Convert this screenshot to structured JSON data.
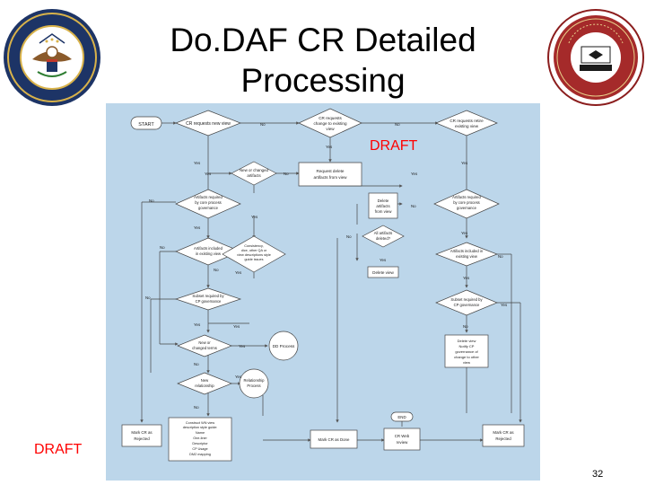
{
  "slide": {
    "title_line1": "Do.DAF CR Detailed",
    "title_line2": "Processing",
    "draft_label_1": "DRAFT",
    "draft_label_2": "DRAFT",
    "page_number": "32"
  },
  "seals": {
    "left_text": "DEPARTMENT OF DEFENSE · UNITED STATES OF AMERICA",
    "right_text": "NETWORKS AND INFORMATION INTEGRATION · D. O. D. CIO"
  },
  "flow": {
    "start": "START",
    "cr_requests_new_view": "CR requests new view",
    "cr_requests_change_1": "CR requests",
    "cr_requests_change_2": "change to existing",
    "cr_requests_change_3": "view",
    "cr_retire_1": "CR requests retire",
    "cr_retire_2": "existing view",
    "new_or_changed_1": "New or changed",
    "new_or_changed_2": "artifacts",
    "request_delete_1": "Request delete",
    "request_delete_2": "artifacts from view",
    "artifacts_core_1": "Artifacts required",
    "artifacts_core_2": "by core process",
    "artifacts_core_3": "governance",
    "delete_artifacts_1": "Delete",
    "delete_artifacts_2": "artifacts",
    "delete_artifacts_3": "from view",
    "artifacts_req_r_1": "Artifacts required",
    "artifacts_req_r_2": "by core process",
    "artifacts_req_r_3": "governance",
    "all_artifacts_1": "All artifacts",
    "all_artifacts_2": "deleted?",
    "artifacts_incl_1": "Artifacts included",
    "artifacts_incl_2": "in existing view",
    "consistency_1": "Consistency,",
    "consistency_2": "dice, other QA or",
    "consistency_3": "view descriptions style",
    "consistency_4": "guide issues",
    "artifacts_incl_r_1": "Artifacts included in",
    "artifacts_incl_r_2": "existing view",
    "delete_view": "Delete view",
    "subset_1": "Subset required by",
    "subset_2": "CP governance",
    "subset_r_1": "Subset required by",
    "subset_r_2": "CP governance",
    "new_changed_terms_1": "New or",
    "new_changed_terms_2": "changed terms",
    "dd_process": "DD Process",
    "delete_notify_1": "Delete view",
    "delete_notify_2": "Notify CP",
    "delete_notify_3": "governance of",
    "delete_notify_4": "change to other",
    "delete_notify_5": "view",
    "new_relationship_1": "New",
    "new_relationship_2": "relationship",
    "relationship_process_1": "Relationship",
    "relationship_process_2": "Process",
    "construct_1": "Construct WN view",
    "construct_2": "description style guide:",
    "construct_3": "Name",
    "construct_4": "One-liner",
    "construct_5": "Descriptor",
    "construct_6": "CP Usage",
    "construct_7": "DM2 mapping",
    "mark_rejected_1": "Mark CR as",
    "mark_rejected_2": "Rejected",
    "mark_done": "Mark CR as Done",
    "cr_web_1": "CR Web",
    "cr_web_2": "review",
    "mark_reject_r_1": "Mark CR as",
    "mark_reject_r_2": "Rejected",
    "end": "END",
    "yes": "Yes",
    "no": "No"
  }
}
